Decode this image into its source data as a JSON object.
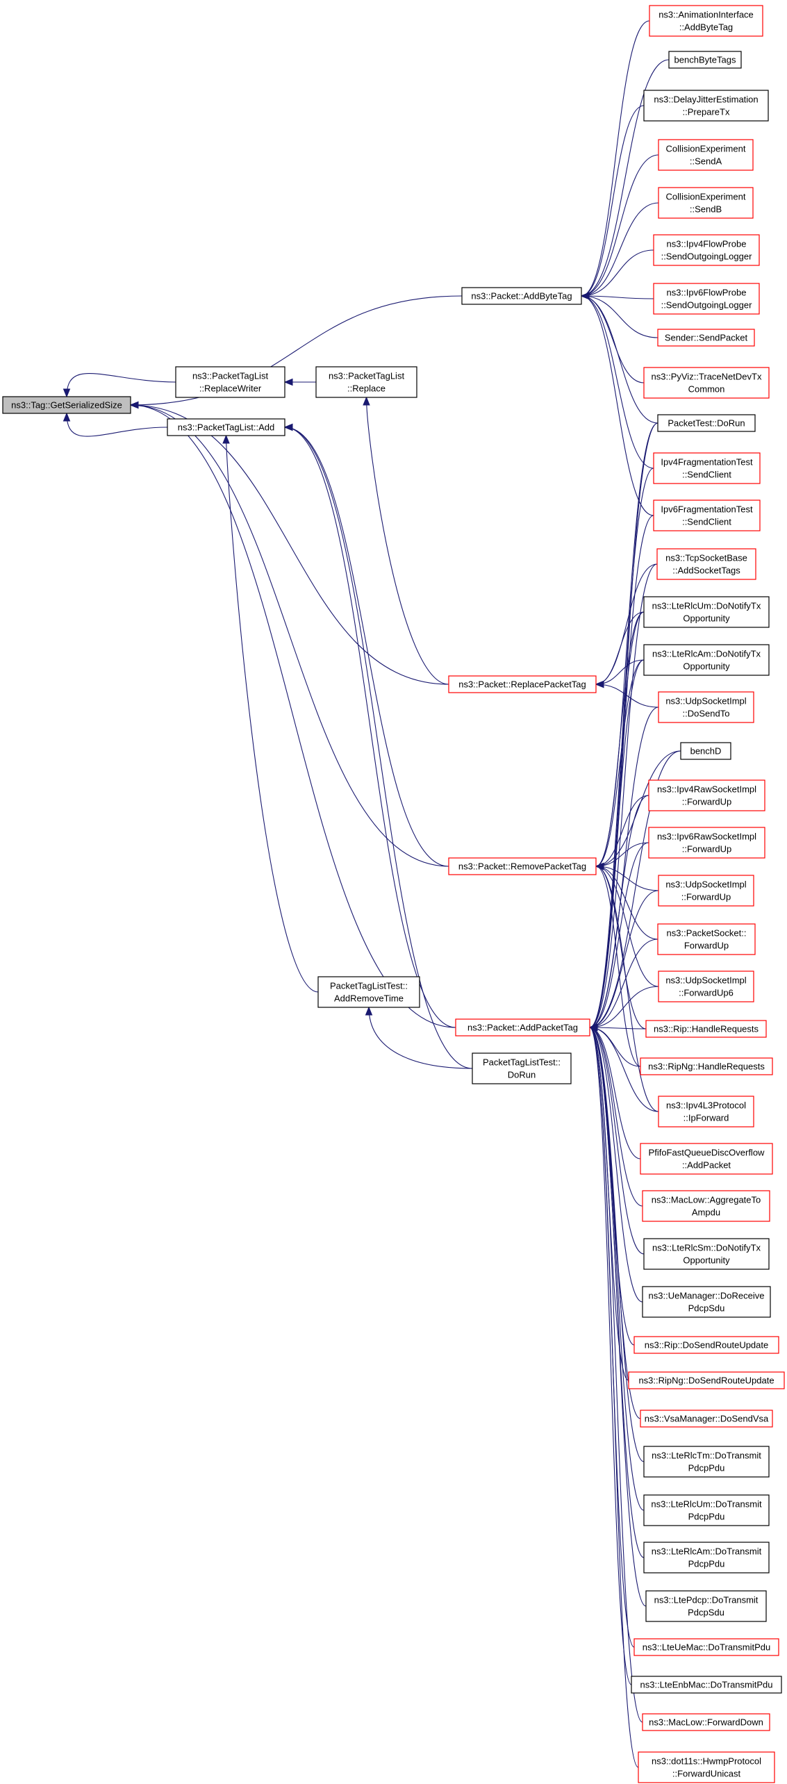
{
  "graph": {
    "root_fill": "#bfbfbf",
    "red_border": "#ff0000",
    "black_border": "#000000",
    "edge_color": "#191970",
    "nodes": [
      {
        "id": "root",
        "lines": [
          "ns3::Tag::GetSerializedSize"
        ],
        "border": "black",
        "root": true
      },
      {
        "id": "ptl_replacewriter",
        "lines": [
          "ns3::PacketTagList",
          "::ReplaceWriter"
        ],
        "border": "black"
      },
      {
        "id": "ptl_add",
        "lines": [
          "ns3::PacketTagList::Add"
        ],
        "border": "black"
      },
      {
        "id": "ptl_replace",
        "lines": [
          "ns3::PacketTagList",
          "::Replace"
        ],
        "border": "black"
      },
      {
        "id": "ptlt_addremovetime",
        "lines": [
          "PacketTagListTest::",
          "AddRemoveTime"
        ],
        "border": "black"
      },
      {
        "id": "ptlt_dorun",
        "lines": [
          "PacketTagListTest::",
          "DoRun"
        ],
        "border": "black"
      },
      {
        "id": "p_addbytetag",
        "lines": [
          "ns3::Packet::AddByteTag"
        ],
        "border": "black"
      },
      {
        "id": "p_replacepackettag",
        "lines": [
          "ns3::Packet::ReplacePacketTag"
        ],
        "border": "red"
      },
      {
        "id": "p_removepackettag",
        "lines": [
          "ns3::Packet::RemovePacketTag"
        ],
        "border": "red"
      },
      {
        "id": "p_addpackettag",
        "lines": [
          "ns3::Packet::AddPacketTag"
        ],
        "border": "red"
      },
      {
        "id": "c_anim",
        "lines": [
          "ns3::AnimationInterface",
          "::AddByteTag"
        ],
        "border": "red"
      },
      {
        "id": "c_benchbyte",
        "lines": [
          "benchByteTags"
        ],
        "border": "black"
      },
      {
        "id": "c_delayjitter",
        "lines": [
          "ns3::DelayJitterEstimation",
          "::PrepareTx"
        ],
        "border": "black"
      },
      {
        "id": "c_collA",
        "lines": [
          "CollisionExperiment",
          "::SendA"
        ],
        "border": "red"
      },
      {
        "id": "c_collB",
        "lines": [
          "CollisionExperiment",
          "::SendB"
        ],
        "border": "red"
      },
      {
        "id": "c_ipv4flow",
        "lines": [
          "ns3::Ipv4FlowProbe",
          "::SendOutgoingLogger"
        ],
        "border": "red"
      },
      {
        "id": "c_ipv6flow",
        "lines": [
          "ns3::Ipv6FlowProbe",
          "::SendOutgoingLogger"
        ],
        "border": "red"
      },
      {
        "id": "c_sender",
        "lines": [
          "Sender::SendPacket"
        ],
        "border": "red"
      },
      {
        "id": "c_pyviz",
        "lines": [
          "ns3::PyViz::TraceNetDevTx",
          "Common"
        ],
        "border": "red"
      },
      {
        "id": "c_packettest",
        "lines": [
          "PacketTest::DoRun"
        ],
        "border": "black"
      },
      {
        "id": "c_ipv4frag",
        "lines": [
          "Ipv4FragmentationTest",
          "::SendClient"
        ],
        "border": "red"
      },
      {
        "id": "c_ipv6frag",
        "lines": [
          "Ipv6FragmentationTest",
          "::SendClient"
        ],
        "border": "red"
      },
      {
        "id": "c_tcpsock",
        "lines": [
          "ns3::TcpSocketBase",
          "::AddSocketTags"
        ],
        "border": "red"
      },
      {
        "id": "c_lterlcum_tx",
        "lines": [
          "ns3::LteRlcUm::DoNotifyTx",
          "Opportunity"
        ],
        "border": "black"
      },
      {
        "id": "c_lterlcam_tx",
        "lines": [
          "ns3::LteRlcAm::DoNotifyTx",
          "Opportunity"
        ],
        "border": "black"
      },
      {
        "id": "c_udpsendto",
        "lines": [
          "ns3::UdpSocketImpl",
          "::DoSendTo"
        ],
        "border": "red"
      },
      {
        "id": "c_benchD",
        "lines": [
          "benchD"
        ],
        "border": "black"
      },
      {
        "id": "c_ipv4raw",
        "lines": [
          "ns3::Ipv4RawSocketImpl",
          "::ForwardUp"
        ],
        "border": "red"
      },
      {
        "id": "c_ipv6raw",
        "lines": [
          "ns3::Ipv6RawSocketImpl",
          "::ForwardUp"
        ],
        "border": "red"
      },
      {
        "id": "c_udpfwd",
        "lines": [
          "ns3::UdpSocketImpl",
          "::ForwardUp"
        ],
        "border": "red"
      },
      {
        "id": "c_pktsock",
        "lines": [
          "ns3::PacketSocket::",
          "ForwardUp"
        ],
        "border": "red"
      },
      {
        "id": "c_udpfwd6",
        "lines": [
          "ns3::UdpSocketImpl",
          "::ForwardUp6"
        ],
        "border": "red"
      },
      {
        "id": "c_riphandle",
        "lines": [
          "ns3::Rip::HandleRequests"
        ],
        "border": "red"
      },
      {
        "id": "c_ripnghandle",
        "lines": [
          "ns3::RipNg::HandleRequests"
        ],
        "border": "red"
      },
      {
        "id": "c_ipv4l3",
        "lines": [
          "ns3::Ipv4L3Protocol",
          "::IpForward"
        ],
        "border": "red"
      },
      {
        "id": "c_pfifo",
        "lines": [
          "PfifoFastQueueDiscOverflow",
          "::AddPacket"
        ],
        "border": "red"
      },
      {
        "id": "c_macagg",
        "lines": [
          "ns3::MacLow::AggregateTo",
          "Ampdu"
        ],
        "border": "red"
      },
      {
        "id": "c_lterlctm_tx",
        "lines": [
          "ns3::LteRlcSm::DoNotifyTx",
          "Opportunity"
        ],
        "border": "black"
      },
      {
        "id": "c_uemanager",
        "lines": [
          "ns3::UeManager::DoReceive",
          "PdcpSdu"
        ],
        "border": "black"
      },
      {
        "id": "c_ripsend",
        "lines": [
          "ns3::Rip::DoSendRouteUpdate"
        ],
        "border": "red"
      },
      {
        "id": "c_ripngsend",
        "lines": [
          "ns3::RipNg::DoSendRouteUpdate"
        ],
        "border": "red"
      },
      {
        "id": "c_vsa",
        "lines": [
          "ns3::VsaManager::DoSendVsa"
        ],
        "border": "red"
      },
      {
        "id": "c_lterlctm_pdcp",
        "lines": [
          "ns3::LteRlcTm::DoTransmit",
          "PdcpPdu"
        ],
        "border": "black"
      },
      {
        "id": "c_lterlcum_pdcp",
        "lines": [
          "ns3::LteRlcUm::DoTransmit",
          "PdcpPdu"
        ],
        "border": "black"
      },
      {
        "id": "c_lterlcam_pdcp",
        "lines": [
          "ns3::LteRlcAm::DoTransmit",
          "PdcpPdu"
        ],
        "border": "black"
      },
      {
        "id": "c_ltepdcp",
        "lines": [
          "ns3::LtePdcp::DoTransmit",
          "PdcpSdu"
        ],
        "border": "black"
      },
      {
        "id": "c_lteuemac",
        "lines": [
          "ns3::LteUeMac::DoTransmitPdu"
        ],
        "border": "red"
      },
      {
        "id": "c_lteenbmac",
        "lines": [
          "ns3::LteEnbMac::DoTransmitPdu"
        ],
        "border": "black"
      },
      {
        "id": "c_macfwd",
        "lines": [
          "ns3::MacLow::ForwardDown"
        ],
        "border": "red"
      },
      {
        "id": "c_hwmp",
        "lines": [
          "ns3::dot11s::HwmpProtocol",
          "::ForwardUnicast"
        ],
        "border": "red"
      }
    ],
    "edges": [
      [
        "ptl_replacewriter",
        "root"
      ],
      [
        "ptl_add",
        "root"
      ],
      [
        "p_replacepackettag",
        "root"
      ],
      [
        "p_removepackettag",
        "root"
      ],
      [
        "p_addpackettag",
        "root"
      ],
      [
        "p_addbytetag",
        "root"
      ],
      [
        "ptl_replace",
        "ptl_replacewriter"
      ],
      [
        "p_replacepackettag",
        "ptl_replace"
      ],
      [
        "p_removepackettag",
        "ptl_add"
      ],
      [
        "p_addpackettag",
        "ptl_add"
      ],
      [
        "ptlt_addremovetime",
        "ptl_add"
      ],
      [
        "ptlt_dorun",
        "ptl_add"
      ],
      [
        "ptlt_dorun",
        "ptlt_addremovetime"
      ],
      [
        "c_anim",
        "p_addbytetag"
      ],
      [
        "c_benchbyte",
        "p_addbytetag"
      ],
      [
        "c_delayjitter",
        "p_addbytetag"
      ],
      [
        "c_collA",
        "p_addbytetag"
      ],
      [
        "c_collB",
        "p_addbytetag"
      ],
      [
        "c_ipv4flow",
        "p_addbytetag"
      ],
      [
        "c_ipv6flow",
        "p_addbytetag"
      ],
      [
        "c_sender",
        "p_addbytetag"
      ],
      [
        "c_pyviz",
        "p_addbytetag"
      ],
      [
        "c_packettest",
        "p_addbytetag"
      ],
      [
        "c_ipv4frag",
        "p_addbytetag"
      ],
      [
        "c_ipv6frag",
        "p_addbytetag"
      ],
      [
        "c_tcpsock",
        "p_replacepackettag"
      ],
      [
        "c_lterlcum_tx",
        "p_replacepackettag"
      ],
      [
        "c_lterlcam_tx",
        "p_replacepackettag"
      ],
      [
        "c_udpsendto",
        "p_replacepackettag"
      ],
      [
        "c_packettest",
        "p_removepackettag"
      ],
      [
        "c_benchD",
        "p_removepackettag"
      ],
      [
        "c_lterlcum_tx",
        "p_removepackettag"
      ],
      [
        "c_lterlcam_tx",
        "p_removepackettag"
      ],
      [
        "c_ipv4raw",
        "p_removepackettag"
      ],
      [
        "c_ipv6raw",
        "p_removepackettag"
      ],
      [
        "c_udpfwd",
        "p_removepackettag"
      ],
      [
        "c_pktsock",
        "p_removepackettag"
      ],
      [
        "c_udpfwd6",
        "p_removepackettag"
      ],
      [
        "c_riphandle",
        "p_removepackettag"
      ],
      [
        "c_ripnghandle",
        "p_removepackettag"
      ],
      [
        "c_ipv4l3",
        "p_removepackettag"
      ],
      [
        "c_packettest",
        "p_addpackettag"
      ],
      [
        "c_ipv4frag",
        "p_addpackettag"
      ],
      [
        "c_ipv6frag",
        "p_addpackettag"
      ],
      [
        "c_tcpsock",
        "p_addpackettag"
      ],
      [
        "c_lterlcum_tx",
        "p_addpackettag"
      ],
      [
        "c_lterlcam_tx",
        "p_addpackettag"
      ],
      [
        "c_udpsendto",
        "p_addpackettag"
      ],
      [
        "c_benchD",
        "p_addpackettag"
      ],
      [
        "c_ipv4raw",
        "p_addpackettag"
      ],
      [
        "c_ipv6raw",
        "p_addpackettag"
      ],
      [
        "c_udpfwd",
        "p_addpackettag"
      ],
      [
        "c_pktsock",
        "p_addpackettag"
      ],
      [
        "c_udpfwd6",
        "p_addpackettag"
      ],
      [
        "c_riphandle",
        "p_addpackettag"
      ],
      [
        "c_ripnghandle",
        "p_addpackettag"
      ],
      [
        "c_ipv4l3",
        "p_addpackettag"
      ],
      [
        "c_pfifo",
        "p_addpackettag"
      ],
      [
        "c_macagg",
        "p_addpackettag"
      ],
      [
        "c_lterlctm_tx",
        "p_addpackettag"
      ],
      [
        "c_uemanager",
        "p_addpackettag"
      ],
      [
        "c_ripsend",
        "p_addpackettag"
      ],
      [
        "c_ripngsend",
        "p_addpackettag"
      ],
      [
        "c_vsa",
        "p_addpackettag"
      ],
      [
        "c_lterlctm_pdcp",
        "p_addpackettag"
      ],
      [
        "c_lterlcum_pdcp",
        "p_addpackettag"
      ],
      [
        "c_lterlcam_pdcp",
        "p_addpackettag"
      ],
      [
        "c_ltepdcp",
        "p_addpackettag"
      ],
      [
        "c_lteuemac",
        "p_addpackettag"
      ],
      [
        "c_lteenbmac",
        "p_addpackettag"
      ],
      [
        "c_macfwd",
        "p_addpackettag"
      ],
      [
        "c_hwmp",
        "p_addpackettag"
      ]
    ]
  }
}
